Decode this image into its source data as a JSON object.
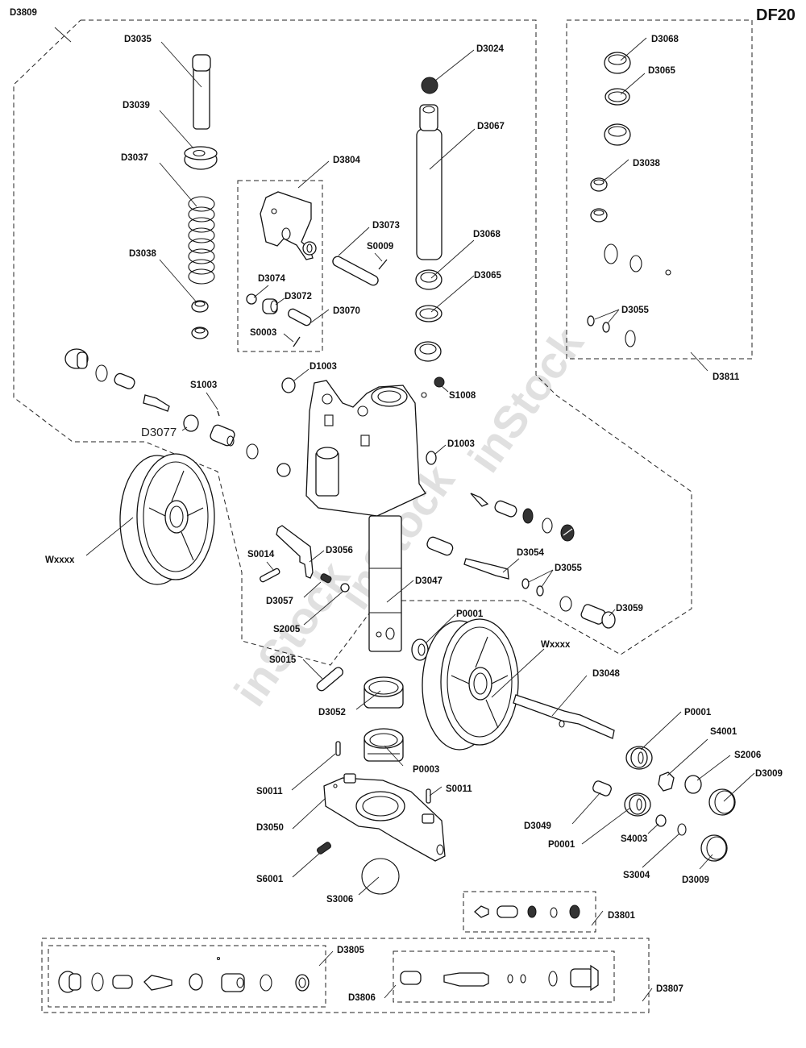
{
  "diagram": {
    "model": "DF20",
    "watermark": "inStock",
    "groups": [
      {
        "id": "D3809",
        "label": "D3809"
      },
      {
        "id": "D3804",
        "label": "D3804"
      },
      {
        "id": "D3811",
        "label": "D3811"
      },
      {
        "id": "D3801",
        "label": "D3801"
      },
      {
        "id": "D3805",
        "label": "D3805"
      },
      {
        "id": "D3806",
        "label": "D3806"
      },
      {
        "id": "D3807",
        "label": "D3807"
      }
    ],
    "parts": {
      "d3035": "D3035",
      "d3039": "D3039",
      "d3037": "D3037",
      "d3038_left": "D3038",
      "d3804_bracket": "D3804",
      "d3073": "D3073",
      "s0009": "S0009",
      "d3074": "D3074",
      "d3072": "D3072",
      "d3070": "D3070",
      "s0003": "S0003",
      "d3024": "D3024",
      "d3067": "D3067",
      "d3068_mid": "D3068",
      "d3065_mid": "D3065",
      "d3068_kit": "D3068",
      "d3065_kit": "D3065",
      "d3038_kit": "D3038",
      "d3055_kit": "D3055",
      "d1003_top": "D1003",
      "s1003": "S1003",
      "d3077": "D3077",
      "s1008": "S1008",
      "d1003_side": "D1003",
      "wxxxx_left": "Wxxxx",
      "s0014": "S0014",
      "d3056": "D3056",
      "d3057": "D3057",
      "s2005": "S2005",
      "d3047": "D3047",
      "d3054": "D3054",
      "d3055_valve": "D3055",
      "d3059": "D3059",
      "p0001_top": "P0001",
      "wxxxx_right": "Wxxxx",
      "d3048": "D3048",
      "s0015": "S0015",
      "d3052": "D3052",
      "p0003": "P0003",
      "s0011_left": "S0011",
      "s0011_right": "S0011",
      "d3050": "D3050",
      "s6001": "S6001",
      "s3006": "S3006",
      "p0001_right": "P0001",
      "s4001": "S4001",
      "s2006": "S2006",
      "d3009_top": "D3009",
      "d3049": "D3049",
      "p0001_bottom": "P0001",
      "s4003": "S4003",
      "s3004": "S3004",
      "d3009_bottom": "D3009"
    }
  }
}
